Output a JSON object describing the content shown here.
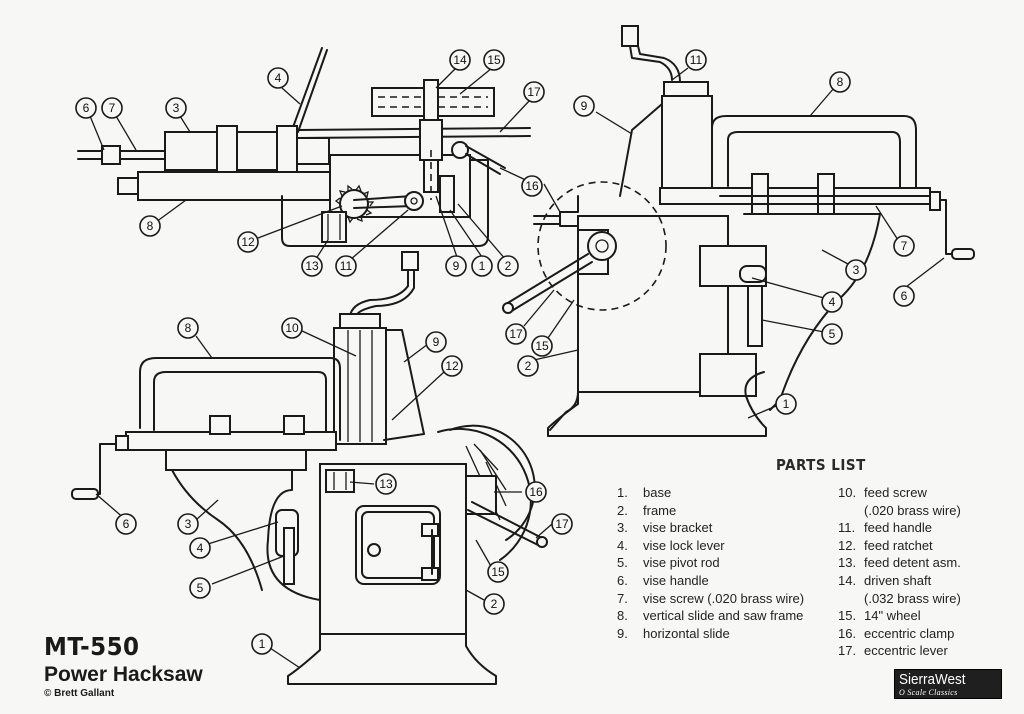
{
  "parts_list": {
    "title": "PARTS LIST",
    "col1": [
      {
        "num": "1.",
        "name": "base"
      },
      {
        "num": "2.",
        "name": "frame"
      },
      {
        "num": "3.",
        "name": "vise bracket"
      },
      {
        "num": "4.",
        "name": "vise lock lever"
      },
      {
        "num": "5.",
        "name": "vise pivot rod"
      },
      {
        "num": "6.",
        "name": "vise handle"
      },
      {
        "num": "7.",
        "name": "vise screw (.020 brass wire)"
      },
      {
        "num": "8.",
        "name": "vertical slide and saw frame"
      },
      {
        "num": "9.",
        "name": "horizontal slide"
      }
    ],
    "col2": [
      {
        "num": "10.",
        "name": "feed screw",
        "cont": "(.020 brass wire)"
      },
      {
        "num": "11.",
        "name": "feed handle"
      },
      {
        "num": "12.",
        "name": "feed ratchet"
      },
      {
        "num": "13.",
        "name": "feed detent asm."
      },
      {
        "num": "14.",
        "name": "driven shaft",
        "cont": "(.032 brass wire)"
      },
      {
        "num": "15.",
        "name": "14\" wheel"
      },
      {
        "num": "16.",
        "name": "eccentric clamp"
      },
      {
        "num": "17.",
        "name": "eccentric lever"
      }
    ]
  },
  "model": "MT-550",
  "product": "Power Hacksaw",
  "credit": "© Brett Gallant",
  "brand": {
    "name": "SierraWest",
    "tagline": "O Scale Classics"
  },
  "callouts": {
    "top_view": [
      "6",
      "7",
      "3",
      "4",
      "14",
      "15",
      "17",
      "16",
      "8",
      "12",
      "13",
      "11",
      "9",
      "1",
      "2"
    ],
    "side_view": [
      "9",
      "11",
      "8",
      "7",
      "3",
      "6",
      "4",
      "5",
      "17",
      "15",
      "2",
      "1",
      "16"
    ],
    "front_view": [
      "8",
      "10",
      "9",
      "12",
      "13",
      "16",
      "6",
      "3",
      "4",
      "5",
      "17",
      "15",
      "2",
      "1"
    ]
  }
}
